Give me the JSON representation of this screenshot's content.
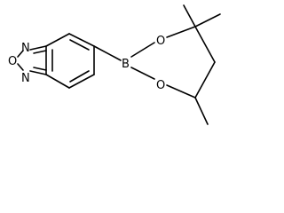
{
  "molecule": {
    "atoms": {
      "o_ring": "O",
      "n_top": "N",
      "n_bottom": "N",
      "boron": "B",
      "o_upper": "O",
      "o_lower": "O"
    }
  },
  "colors": {
    "bond": "#000000",
    "background": "#ffffff"
  }
}
